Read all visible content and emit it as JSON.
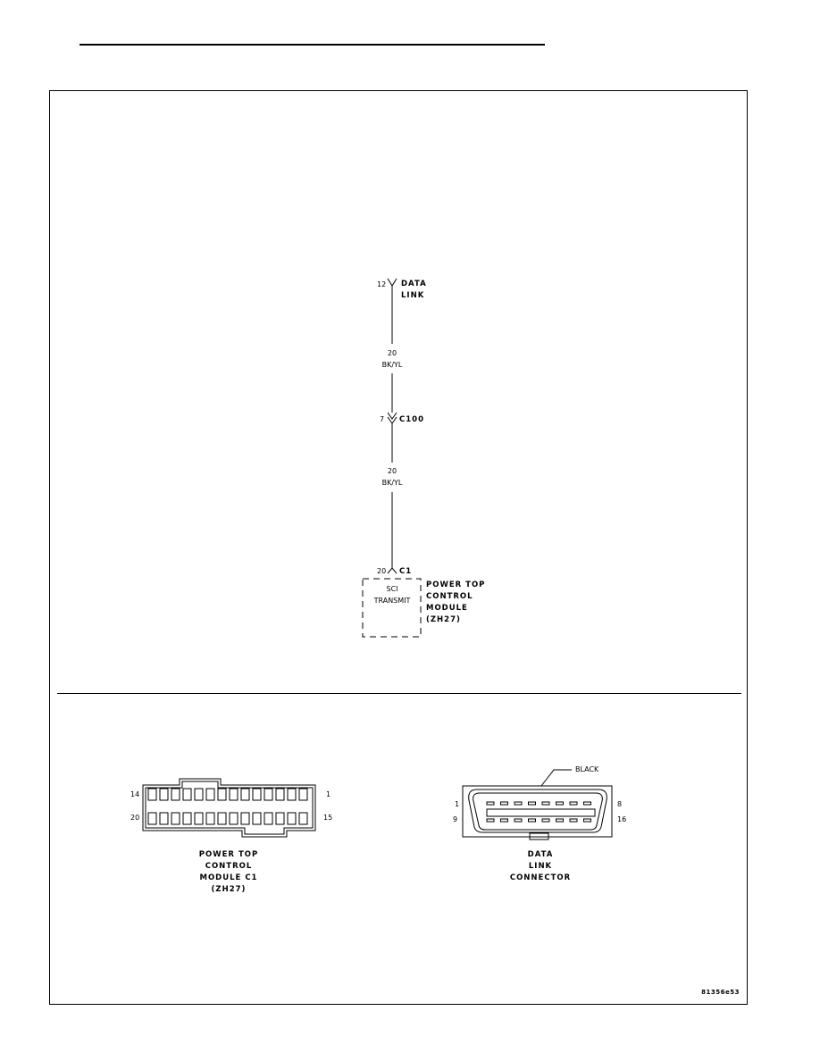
{
  "schematic": {
    "data_link_pin": "12",
    "data_link_label_1": "DATA",
    "data_link_label_2": "LINK",
    "wire1_gauge": "20",
    "wire1_color": "BK/YL",
    "c100_pin": "7",
    "c100_label": "C100",
    "wire2_gauge": "20",
    "wire2_color": "BK/YL",
    "c1_pin": "20",
    "c1_label": "C1",
    "module_function_1": "SCI",
    "module_function_2": "TRANSMIT",
    "module_name_1": "POWER TOP",
    "module_name_2": "CONTROL",
    "module_name_3": "MODULE",
    "module_name_4": "(ZH27)"
  },
  "connectors": {
    "ptcm": {
      "pin_top_left": "14",
      "pin_top_right": "1",
      "pin_bottom_left": "20",
      "pin_bottom_right": "15",
      "label_1": "POWER TOP",
      "label_2": "CONTROL",
      "label_3": "MODULE C1",
      "label_4": "(ZH27)"
    },
    "dlc": {
      "color_callout": "BLACK",
      "pin_top_left": "1",
      "pin_top_right": "8",
      "pin_bottom_left": "9",
      "pin_bottom_right": "16",
      "label_1": "DATA",
      "label_2": "LINK",
      "label_3": "CONNECTOR"
    }
  },
  "figure_id": "81356e53"
}
